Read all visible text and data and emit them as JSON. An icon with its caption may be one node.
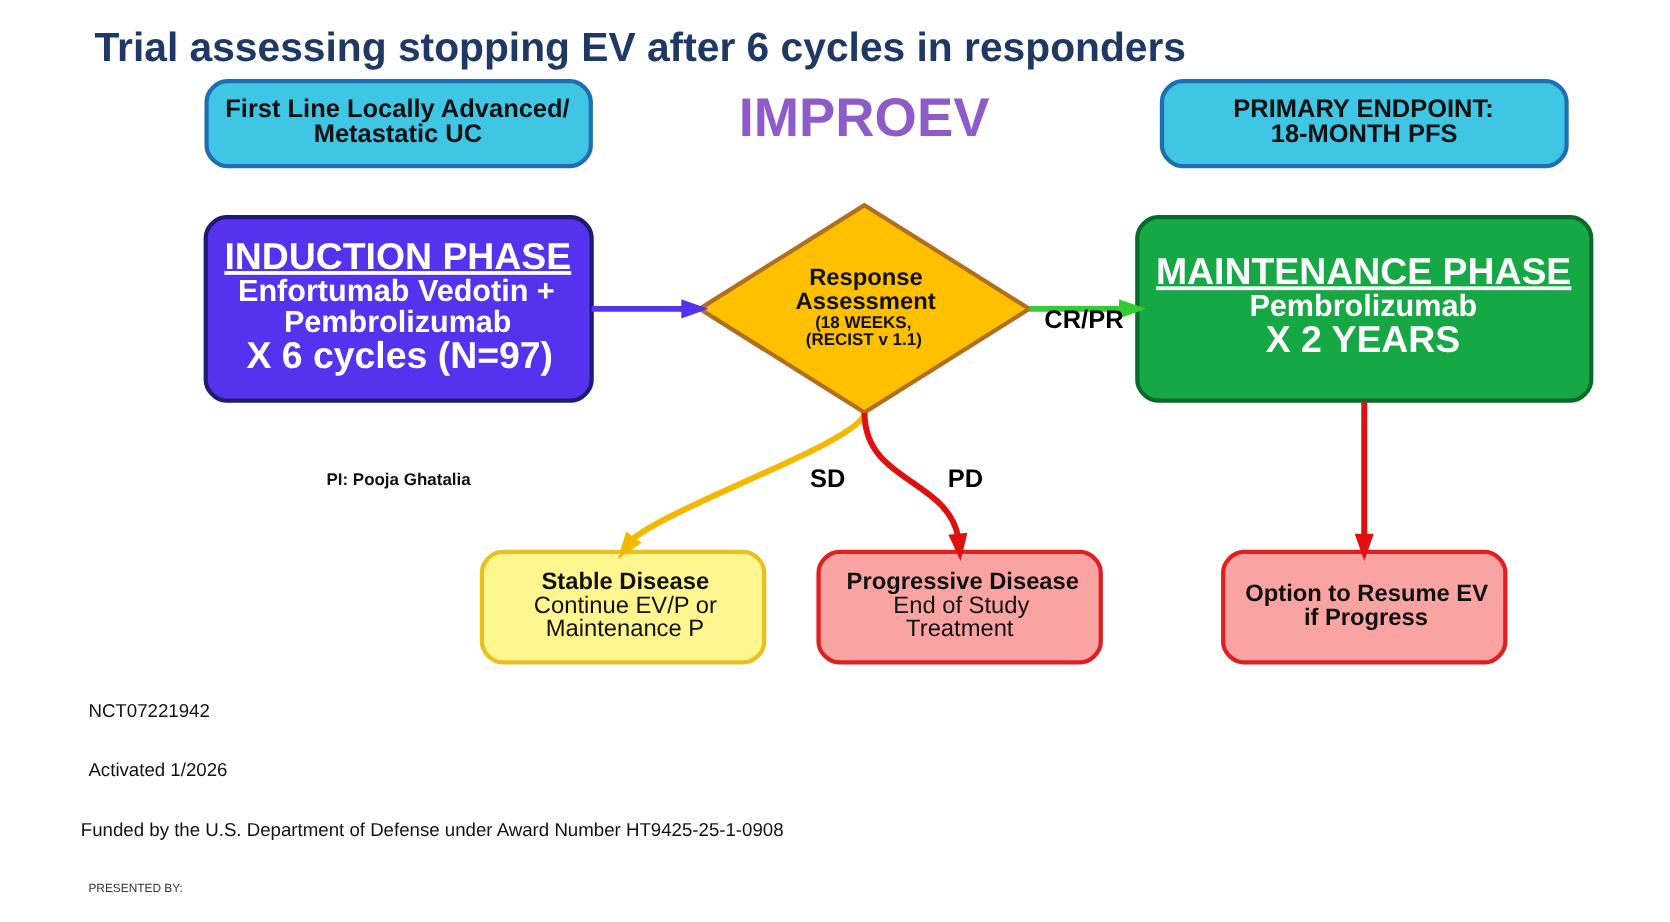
{
  "diagram": {
    "title": "Trial assessing stopping EV after 6 cycles in responders",
    "nodes": [
      {
        "text": [
          "First Line Locally Advanced/ Metastatic UC"
        ]
      },
      {
        "text": [
          "PRIMARY ENDPOINT: 18-MONTH PFS"
        ]
      },
      {
        "text": [
          "INDUCTION PHASE",
          "Enfortumab Vedotin +",
          "Pembrolizumab",
          "X 6 cycles (N=97)"
        ]
      },
      {
        "text": [
          "Response Assessment",
          "(18 WEEKS, (RECIST v 1.1)"
        ]
      },
      {
        "text": [
          "MAINTENANCE PHASE",
          "Pembrolizumab",
          "X 2 YEARS"
        ]
      },
      {
        "text": [
          "Stable Disease",
          "Continue EV/P or Maintenance P"
        ]
      },
      {
        "text": [
          "Progressive Disease",
          "End of Study Treatment"
        ]
      },
      {
        "text": [
          "Option to Resume EV if Progress"
        ]
      }
    ],
    "edges": [
      {
        "from": 2,
        "to": 3,
        "arrow": "to",
        "color": "#5533ee"
      },
      {
        "from": 3,
        "to": 4,
        "arrow": "to",
        "label": "CR/PR",
        "color": "#33cc33"
      },
      {
        "from": 3,
        "to": 5,
        "arrow": "to",
        "label": "SD",
        "color": "#f5b800"
      },
      {
        "from": 3,
        "to": 6,
        "arrow": "to",
        "label": "PD"
      },
      {
        "from": 4,
        "to": 7,
        "arrow": "to"
      }
    ],
    "labels": [
      "IMPROEV",
      "PI: Pooja Ghatalia",
      "NCT07221942",
      "Activated 1/2026",
      "Funded by the U.S. Department of Defense under Award Number HT9425-25-1-0908",
      "PRESENTED BY:"
    ]
  }
}
